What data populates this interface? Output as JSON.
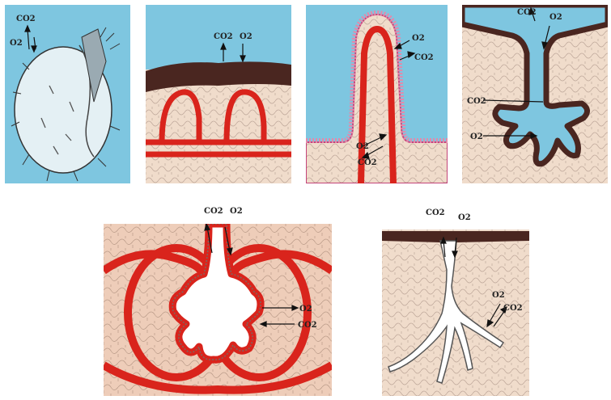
{
  "colors": {
    "water": "#7ec6e0",
    "tissue": "#f0dccb",
    "tissue_outer": "#eecdb9",
    "cell_line": "#bfa89a",
    "blood": "#d9241c",
    "epidermis": "#4a2620",
    "air": "#ffffff",
    "border": "#3a3a3a"
  },
  "panels": [
    {
      "name": "single-cell-diffusion",
      "labels": {
        "co2": "CO2",
        "o2": "O2"
      }
    },
    {
      "name": "skin-breathing",
      "labels": {
        "co2": "CO2",
        "o2": "O2"
      }
    },
    {
      "name": "external-gill",
      "labels": {
        "o2": "O2",
        "co2": "CO2",
        "o2_inner": "O2",
        "co2_inner": "CO2"
      }
    },
    {
      "name": "internal-gill-chamber",
      "labels": {
        "co2_top": "CO2",
        "o2_top": "O2",
        "co2_side": "CO2",
        "o2_side": "O2"
      }
    },
    {
      "name": "lung",
      "labels": {
        "co2_top": "CO2",
        "o2_top": "O2",
        "o2_side": "O2",
        "co2_side": "CO2"
      }
    },
    {
      "name": "tracheal-system",
      "labels": {
        "co2_top": "CO2",
        "o2_top": "O2",
        "o2_side": "O2",
        "co2_side": "CO2"
      }
    }
  ]
}
